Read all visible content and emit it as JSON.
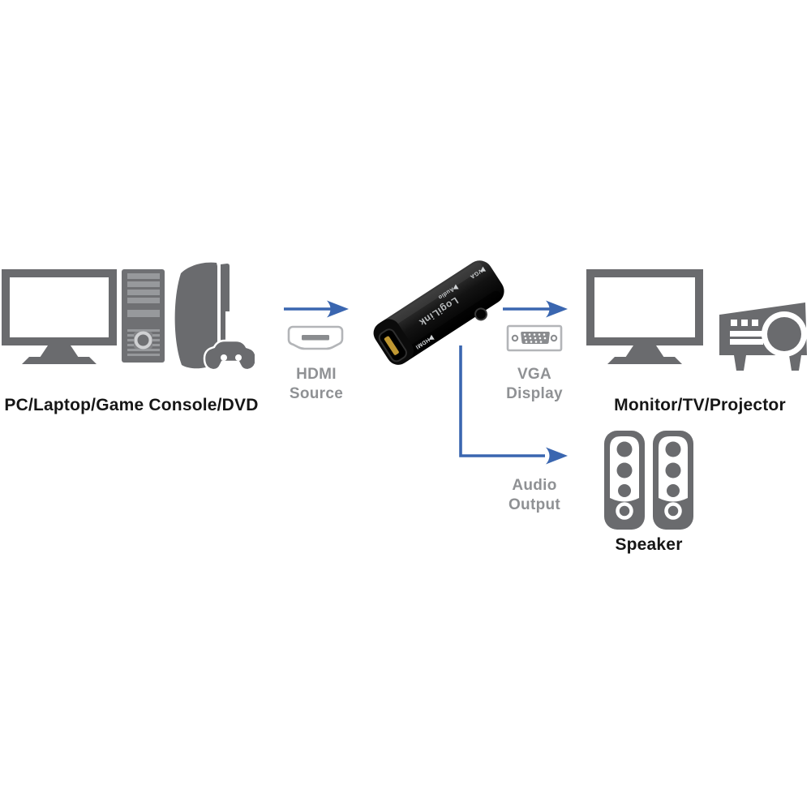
{
  "labels": {
    "source": "PC/Laptop/Game Console/DVD",
    "hdmi_line1": "HDMI",
    "hdmi_line2": "Source",
    "vga_line1": "VGA",
    "vga_line2": "Display",
    "audio_line1": "Audio",
    "audio_line2": "Output",
    "display": "Monitor/TV/Projector",
    "speaker": "Speaker"
  },
  "adapter": {
    "brand": "LogiLink",
    "port_hdmi": "HDMI",
    "port_audio": "Audio",
    "port_vga": "VGA"
  },
  "colors": {
    "arrow_blue": "#3a66b0",
    "icon_gray": "#6a6b6e",
    "tower_gray": "#6f7073",
    "tower_detail": "#97999c",
    "outline_light": "#b3b5b8",
    "connector_gray": "#8a8c8f",
    "label_gray": "#8f9194",
    "label_black": "#161616",
    "adapter_black": "#0d0d0d",
    "gold": "#bf9732"
  }
}
